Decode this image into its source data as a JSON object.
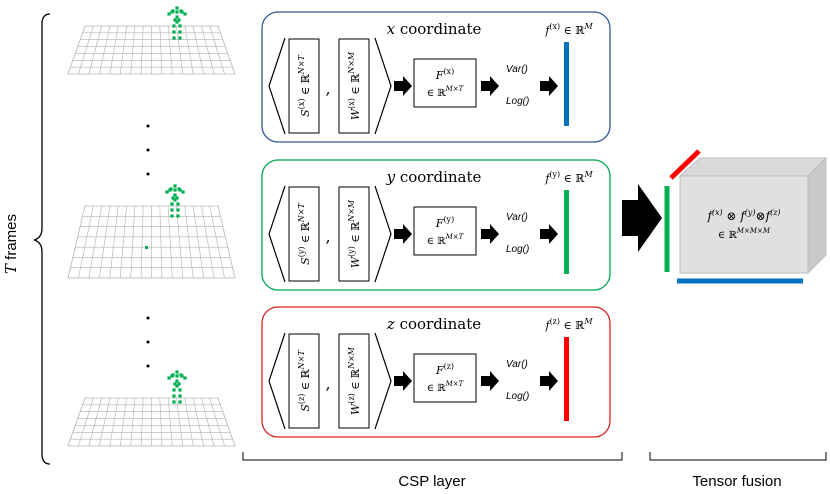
{
  "left_brace_label": {
    "var": "T",
    "rest": " frames"
  },
  "streams": [
    {
      "key": "x",
      "title_var": "x",
      "title_rest": " coordinate",
      "border_color": "#2f5597",
      "bar_color": "#0070c0",
      "s_matrix": {
        "sym": "S",
        "sup": "(x)",
        "in": "∈",
        "space": "ℝ",
        "dims": "N×T"
      },
      "w_matrix": {
        "sym": "W",
        "sup": "(x)",
        "in": "∈",
        "space": "ℝ",
        "dims": "N×M"
      },
      "comma": ",",
      "f_box": {
        "sym": "F",
        "sup": "(x)",
        "in": "∈ ℝ",
        "dims": "M×T"
      },
      "ops": [
        "Var()",
        "Log()"
      ],
      "feature": {
        "sym": "f",
        "sup": "(x)",
        "in": "∈ ℝ",
        "dims": "M"
      }
    },
    {
      "key": "y",
      "title_var": "y",
      "title_rest": " coordinate",
      "border_color": "#00a651",
      "bar_color": "#00b050",
      "s_matrix": {
        "sym": "S",
        "sup": "(y)",
        "in": "∈",
        "space": "ℝ",
        "dims": "N×T"
      },
      "w_matrix": {
        "sym": "W",
        "sup": "(y)",
        "in": "∈",
        "space": "ℝ",
        "dims": "N×M"
      },
      "comma": ",",
      "f_box": {
        "sym": "F",
        "sup": "(y)",
        "in": "∈ ℝ",
        "dims": "M×T"
      },
      "ops": [
        "Var()",
        "Log()"
      ],
      "feature": {
        "sym": "f",
        "sup": "(y)",
        "in": "∈ ℝ",
        "dims": "M"
      }
    },
    {
      "key": "z",
      "title_var": "z",
      "title_rest": " coordinate",
      "border_color": "#e02020",
      "bar_color": "#ff0000",
      "s_matrix": {
        "sym": "S",
        "sup": "(z)",
        "in": "∈",
        "space": "ℝ",
        "dims": "N×T"
      },
      "w_matrix": {
        "sym": "W",
        "sup": "(z)",
        "in": "∈",
        "space": "ℝ",
        "dims": "N×M"
      },
      "comma": ",",
      "f_box": {
        "sym": "F",
        "sup": "(z)",
        "in": "∈ ℝ",
        "dims": "M×T"
      },
      "ops": [
        "Var()",
        "Log()"
      ],
      "feature": {
        "sym": "f",
        "sup": "(z)",
        "in": "∈ ℝ",
        "dims": "M"
      }
    }
  ],
  "fusion": {
    "line1": "f(x)⊗f(y)⊗f(z)",
    "line2": "∈ ℝM×M×M",
    "cube_color": "#e0e0e0",
    "edge_colors": {
      "top": "#ff0000",
      "left": "#00b050",
      "bottom": "#0070c0"
    }
  },
  "frames": {
    "dots_color": "#000000",
    "skeleton_color": "#00b050",
    "grid_color": "#b0b0b0"
  },
  "csp_label": "CSP layer",
  "fusion_label": "Tensor fusion"
}
